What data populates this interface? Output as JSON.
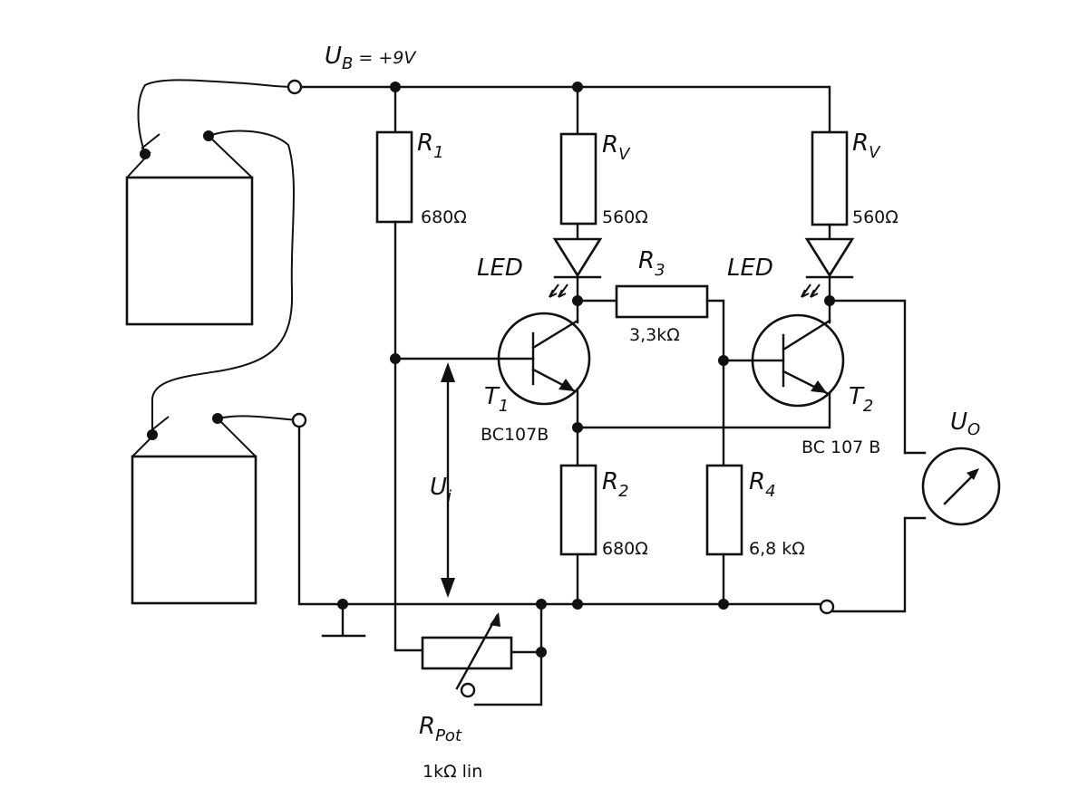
{
  "supply": {
    "label_main": "U",
    "label_sub": "B",
    "label_value": "= +9V"
  },
  "resistors": {
    "r1": {
      "name": "R",
      "sub": "1",
      "value": "680Ω"
    },
    "rv_left": {
      "name": "R",
      "sub": "V",
      "value": "560Ω"
    },
    "rv_right": {
      "name": "R",
      "sub": "V",
      "value": "560Ω"
    },
    "r3": {
      "name": "R",
      "sub": "3",
      "value": "3,3kΩ"
    },
    "r2": {
      "name": "R",
      "sub": "2",
      "value": "680Ω"
    },
    "r4": {
      "name": "R",
      "sub": "4",
      "value": "6,8 kΩ"
    }
  },
  "leds": {
    "left": "LED",
    "right": "LED"
  },
  "transistors": {
    "t1": {
      "name": "T",
      "sub": "1",
      "type": "BC107B"
    },
    "t2": {
      "name": "T",
      "sub": "2",
      "type": "BC 107 B"
    }
  },
  "input_voltage": {
    "main": "U",
    "sub": "i"
  },
  "output_voltage": {
    "main": "U",
    "sub": "O"
  },
  "potentiometer": {
    "main": "R",
    "sub": "Pot",
    "value": "1kΩ lin"
  },
  "icons": [
    "battery-icon",
    "ground-icon",
    "resistor-icon",
    "led-icon",
    "npn-transistor-icon",
    "voltmeter-icon",
    "potentiometer-icon"
  ]
}
